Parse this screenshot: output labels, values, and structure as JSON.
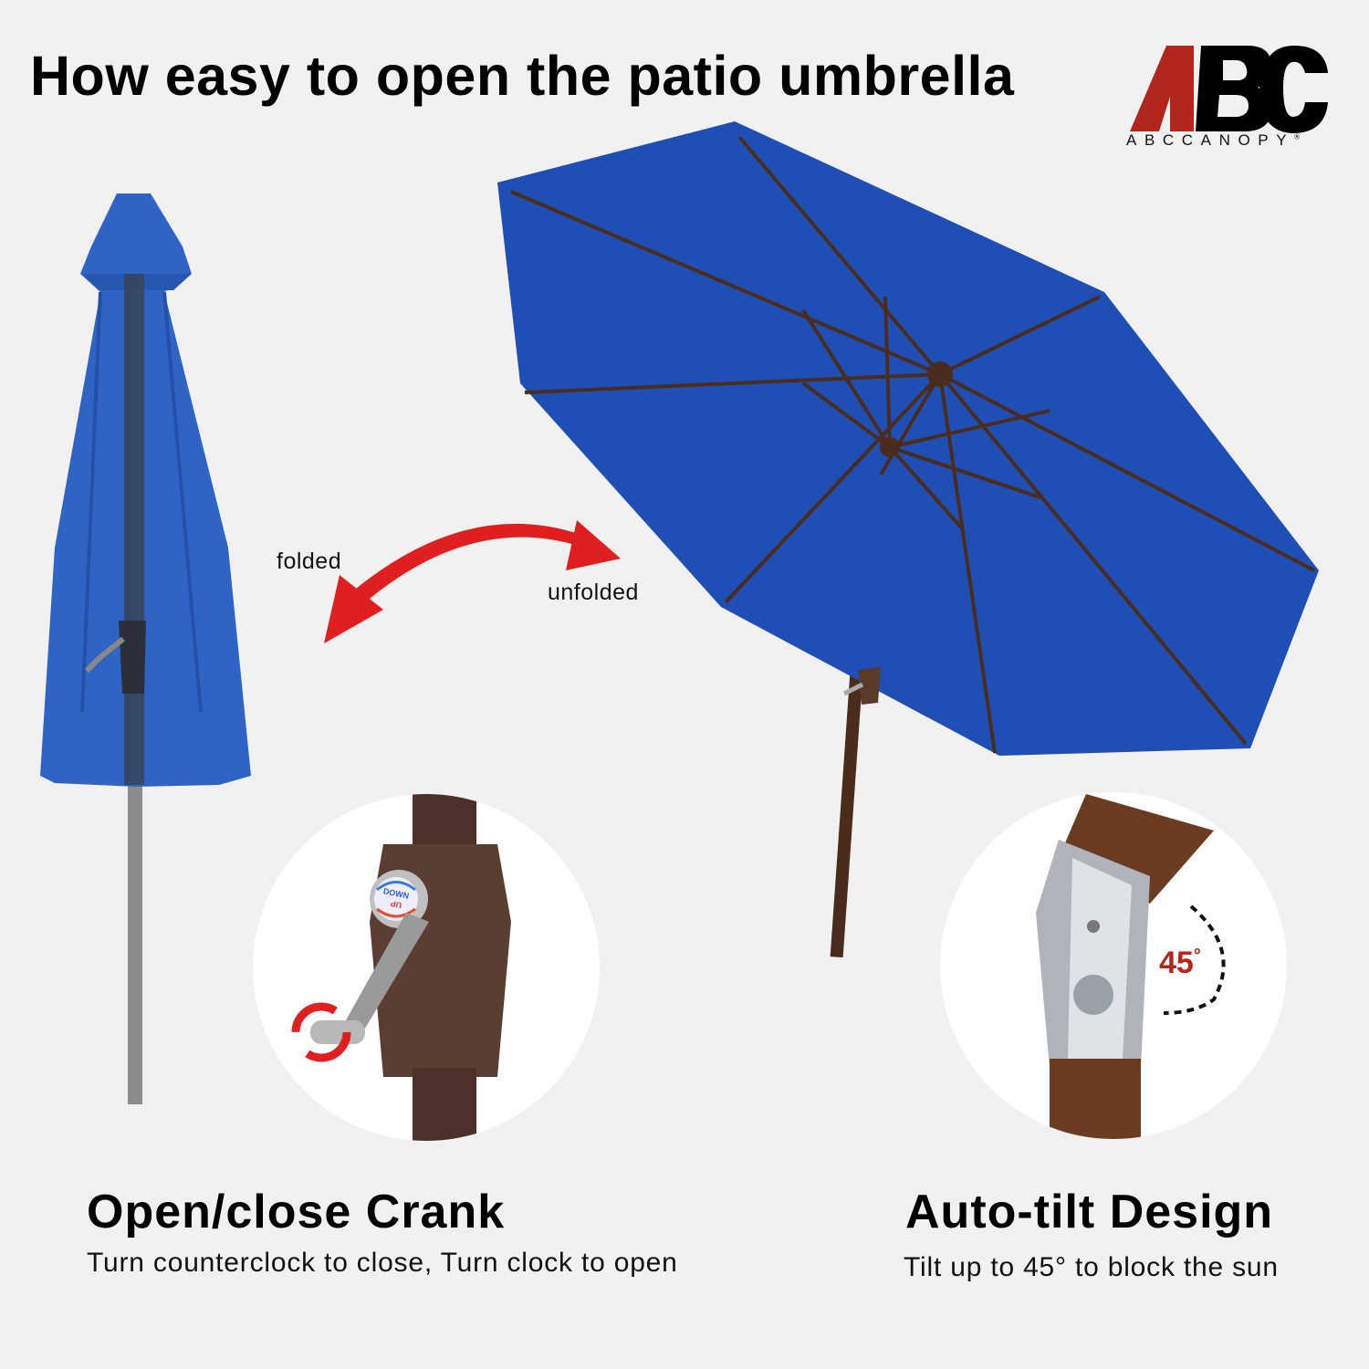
{
  "header": {
    "title": "How easy to open the patio umbrella"
  },
  "logo": {
    "mark": "ABC",
    "brand": "ABCCANOPY",
    "registered": "®",
    "colors": {
      "red": "#b3261e",
      "black": "#000000"
    }
  },
  "illustration": {
    "folded_label": "folded",
    "unfolded_label": "unfolded",
    "canopy_color": "#1f4fb4",
    "frame_color": "#4a2c1c",
    "arrow_color": "#e02020"
  },
  "features": [
    {
      "title": "Open/close Crank",
      "description": "Turn counterclock to close, Turn clock to open",
      "crank_cap_text": [
        "DOWN",
        "UP"
      ]
    },
    {
      "title": "Auto-tilt Design",
      "description": "Tilt up to 45° to block the sun",
      "angle_label": "45",
      "degree_symbol": "°"
    }
  ]
}
